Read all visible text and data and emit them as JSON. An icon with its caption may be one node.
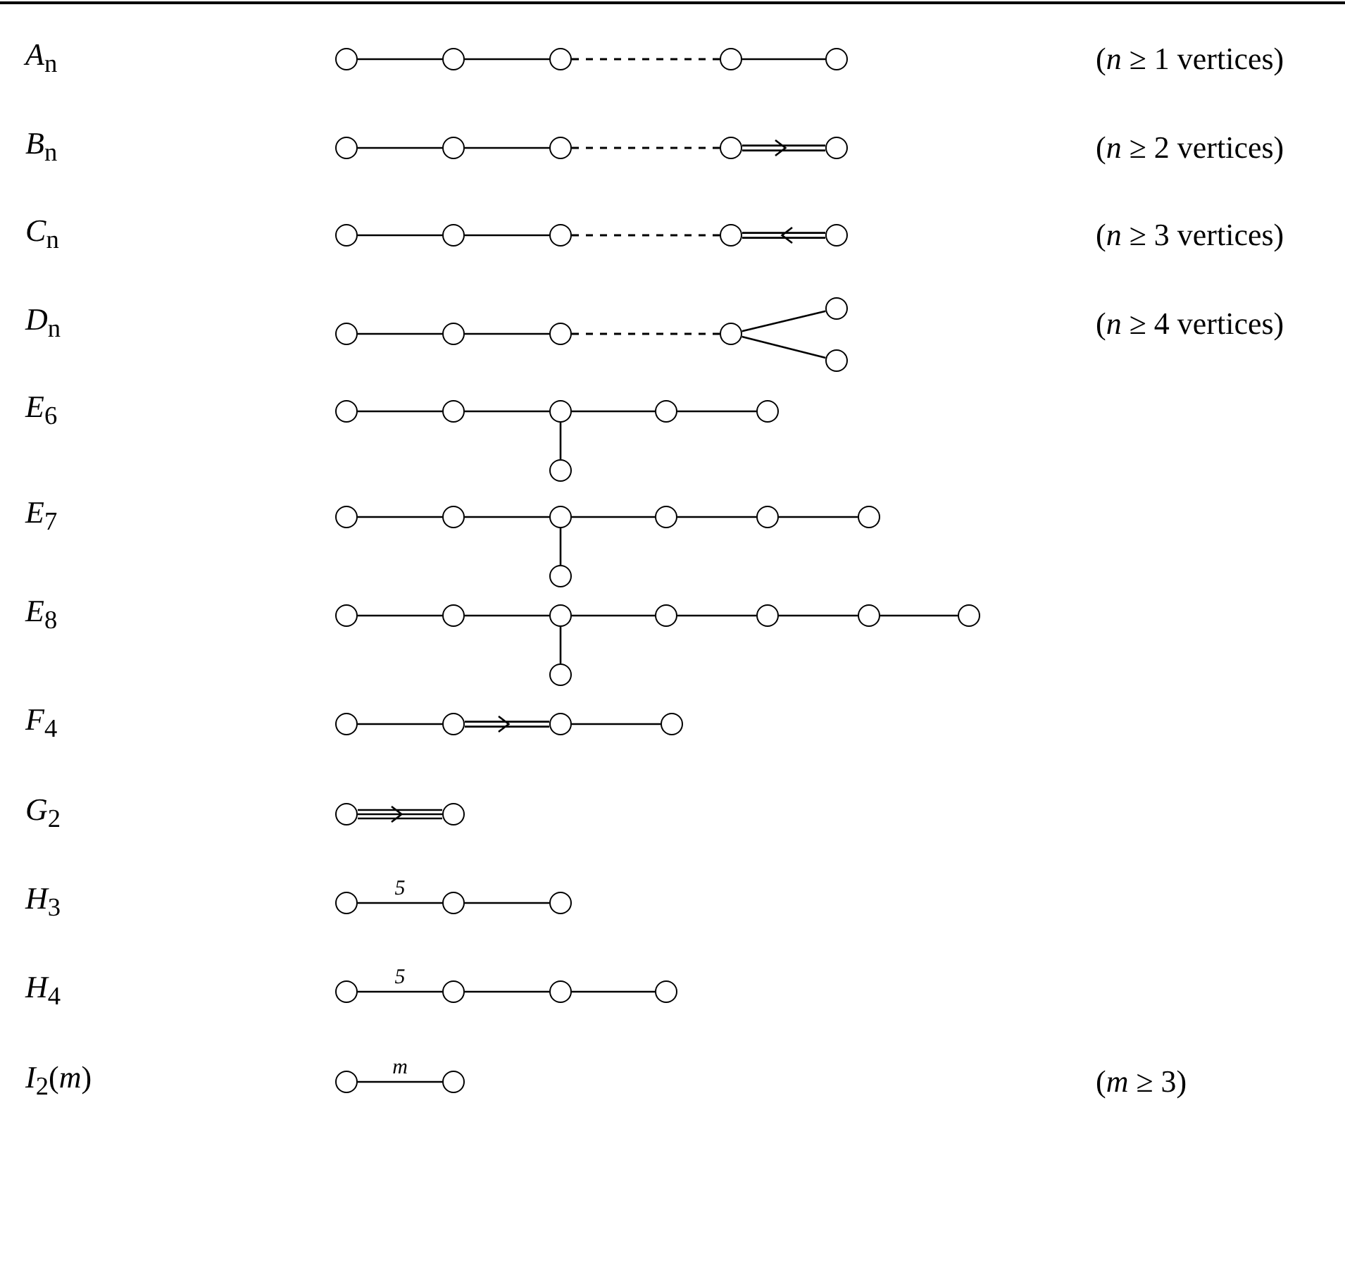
{
  "diagram": {
    "nodes": [
      {
        "text": [],
        "shape": "circle"
      },
      {
        "text": [],
        "shape": "circle"
      },
      {
        "text": [],
        "shape": "circle"
      },
      {
        "text": [],
        "shape": "circle"
      },
      {
        "text": [],
        "shape": "circle"
      },
      {
        "text": [],
        "shape": "circle"
      },
      {
        "text": [],
        "shape": "circle"
      },
      {
        "text": [],
        "shape": "circle"
      },
      {
        "text": [],
        "shape": "circle"
      },
      {
        "text": [],
        "shape": "circle"
      },
      {
        "text": [],
        "shape": "circle"
      },
      {
        "text": [],
        "shape": "circle"
      },
      {
        "text": [],
        "shape": "circle"
      },
      {
        "text": [],
        "shape": "circle"
      },
      {
        "text": [],
        "shape": "circle"
      },
      {
        "text": [],
        "shape": "circle"
      },
      {
        "text": [],
        "shape": "circle"
      },
      {
        "text": [],
        "shape": "circle"
      },
      {
        "text": [],
        "shape": "circle"
      },
      {
        "text": [],
        "shape": "circle"
      },
      {
        "text": [],
        "shape": "circle"
      },
      {
        "text": [],
        "shape": "circle"
      },
      {
        "text": [],
        "shape": "circle"
      },
      {
        "text": [],
        "shape": "circle"
      },
      {
        "text": [],
        "shape": "circle"
      },
      {
        "text": [],
        "shape": "circle"
      },
      {
        "text": [],
        "shape": "circle"
      },
      {
        "text": [],
        "shape": "circle"
      },
      {
        "text": [],
        "shape": "circle"
      },
      {
        "text": [],
        "shape": "circle"
      },
      {
        "text": [],
        "shape": "circle"
      },
      {
        "text": [],
        "shape": "circle"
      },
      {
        "text": [],
        "shape": "circle"
      },
      {
        "text": [],
        "shape": "circle"
      },
      {
        "text": [],
        "shape": "circle"
      },
      {
        "text": [],
        "shape": "circle"
      },
      {
        "text": [],
        "shape": "circle"
      },
      {
        "text": [],
        "shape": "circle"
      },
      {
        "text": [],
        "shape": "circle"
      },
      {
        "text": [],
        "shape": "circle"
      },
      {
        "text": [],
        "shape": "circle"
      },
      {
        "text": [],
        "shape": "circle"
      },
      {
        "text": [],
        "shape": "circle"
      },
      {
        "text": [],
        "shape": "circle"
      },
      {
        "text": [],
        "shape": "circle"
      },
      {
        "text": [],
        "shape": "circle"
      },
      {
        "text": [],
        "shape": "circle"
      },
      {
        "text": [],
        "shape": "circle"
      },
      {
        "text": [],
        "shape": "circle"
      },
      {
        "text": [],
        "shape": "circle"
      },
      {
        "text": [],
        "shape": "circle"
      },
      {
        "text": [],
        "shape": "circle"
      },
      {
        "text": [],
        "shape": "circle"
      },
      {
        "text": [],
        "shape": "circle"
      },
      {
        "text": [],
        "shape": "circle"
      },
      {
        "text": [],
        "shape": "circle"
      },
      {
        "text": [],
        "shape": "circle"
      }
    ],
    "edges": [
      {
        "from": 0,
        "to": 1,
        "arrow": "none"
      },
      {
        "from": 1,
        "to": 2,
        "arrow": "none"
      },
      {
        "from": 2,
        "to": 3,
        "arrow": "none",
        "style": "dashed"
      },
      {
        "from": 3,
        "to": 4,
        "arrow": "none"
      },
      {
        "from": 5,
        "to": 6,
        "arrow": "none"
      },
      {
        "from": 6,
        "to": 7,
        "arrow": "none"
      },
      {
        "from": 7,
        "to": 8,
        "arrow": "none",
        "style": "dashed"
      },
      {
        "from": 8,
        "to": 9,
        "arrow": "to"
      },
      {
        "from": 10,
        "to": 11,
        "arrow": "none"
      },
      {
        "from": 11,
        "to": 12,
        "arrow": "none"
      },
      {
        "from": 12,
        "to": 13,
        "arrow": "none",
        "style": "dashed"
      },
      {
        "from": 14,
        "to": 13,
        "arrow": "to"
      },
      {
        "from": 15,
        "to": 16,
        "arrow": "none"
      },
      {
        "from": 16,
        "to": 17,
        "arrow": "none"
      },
      {
        "from": 17,
        "to": 18,
        "arrow": "none",
        "style": "dashed"
      },
      {
        "from": 18,
        "to": 19,
        "arrow": "none"
      },
      {
        "from": 18,
        "to": 20,
        "arrow": "none"
      },
      {
        "from": 21,
        "to": 22,
        "arrow": "none"
      },
      {
        "from": 22,
        "to": 23,
        "arrow": "none"
      },
      {
        "from": 23,
        "to": 24,
        "arrow": "none"
      },
      {
        "from": 24,
        "to": 25,
        "arrow": "none"
      },
      {
        "from": 23,
        "to": 26,
        "arrow": "none"
      },
      {
        "from": 27,
        "to": 28,
        "arrow": "none"
      },
      {
        "from": 28,
        "to": 29,
        "arrow": "none"
      },
      {
        "from": 29,
        "to": 30,
        "arrow": "none"
      },
      {
        "from": 30,
        "to": 31,
        "arrow": "none"
      },
      {
        "from": 31,
        "to": 32,
        "arrow": "none"
      },
      {
        "from": 29,
        "to": 33,
        "arrow": "none"
      },
      {
        "from": 34,
        "to": 35,
        "arrow": "none"
      },
      {
        "from": 35,
        "to": 36,
        "arrow": "none"
      },
      {
        "from": 36,
        "to": 37,
        "arrow": "none"
      },
      {
        "from": 37,
        "to": 38,
        "arrow": "none"
      },
      {
        "from": 38,
        "to": 39,
        "arrow": "none"
      },
      {
        "from": 39,
        "to": 40,
        "arrow": "none"
      },
      {
        "from": 36,
        "to": 41,
        "arrow": "none"
      },
      {
        "from": 42,
        "to": 43,
        "arrow": "none"
      },
      {
        "from": 43,
        "to": 44,
        "arrow": "to"
      },
      {
        "from": 44,
        "to": 45,
        "arrow": "none"
      },
      {
        "from": 46,
        "to": 47,
        "arrow": "to"
      },
      {
        "from": 48,
        "to": 49,
        "arrow": "none",
        "label": "5"
      },
      {
        "from": 49,
        "to": 50,
        "arrow": "none"
      },
      {
        "from": 51,
        "to": 52,
        "arrow": "none",
        "label": "5"
      },
      {
        "from": 52,
        "to": 53,
        "arrow": "none"
      },
      {
        "from": 53,
        "to": 54,
        "arrow": "none"
      },
      {
        "from": 55,
        "to": 56,
        "arrow": "none",
        "label": "m"
      }
    ],
    "labels": [
      "*A*$_{n}$",
      "(*n* ≥ 1 vertices)",
      "*B*$_{n}$",
      "(*n* ≥ 2 vertices)",
      "*C*$_{n}$",
      "(*n* ≥ 3 vertices)",
      "*D*$_{n}$",
      "(*n* ≥ 4 vertices)",
      "*E*$_{6}$",
      "*E*$_{7}$",
      "*E*$_{8}$",
      "*F*$_{4}$",
      "*G*$_{2}$",
      "*H*$_{3}$",
      "*H*$_{4}$",
      "*I*$_{2}$(*m*)",
      "(*m* ≥ 3)"
    ]
  }
}
